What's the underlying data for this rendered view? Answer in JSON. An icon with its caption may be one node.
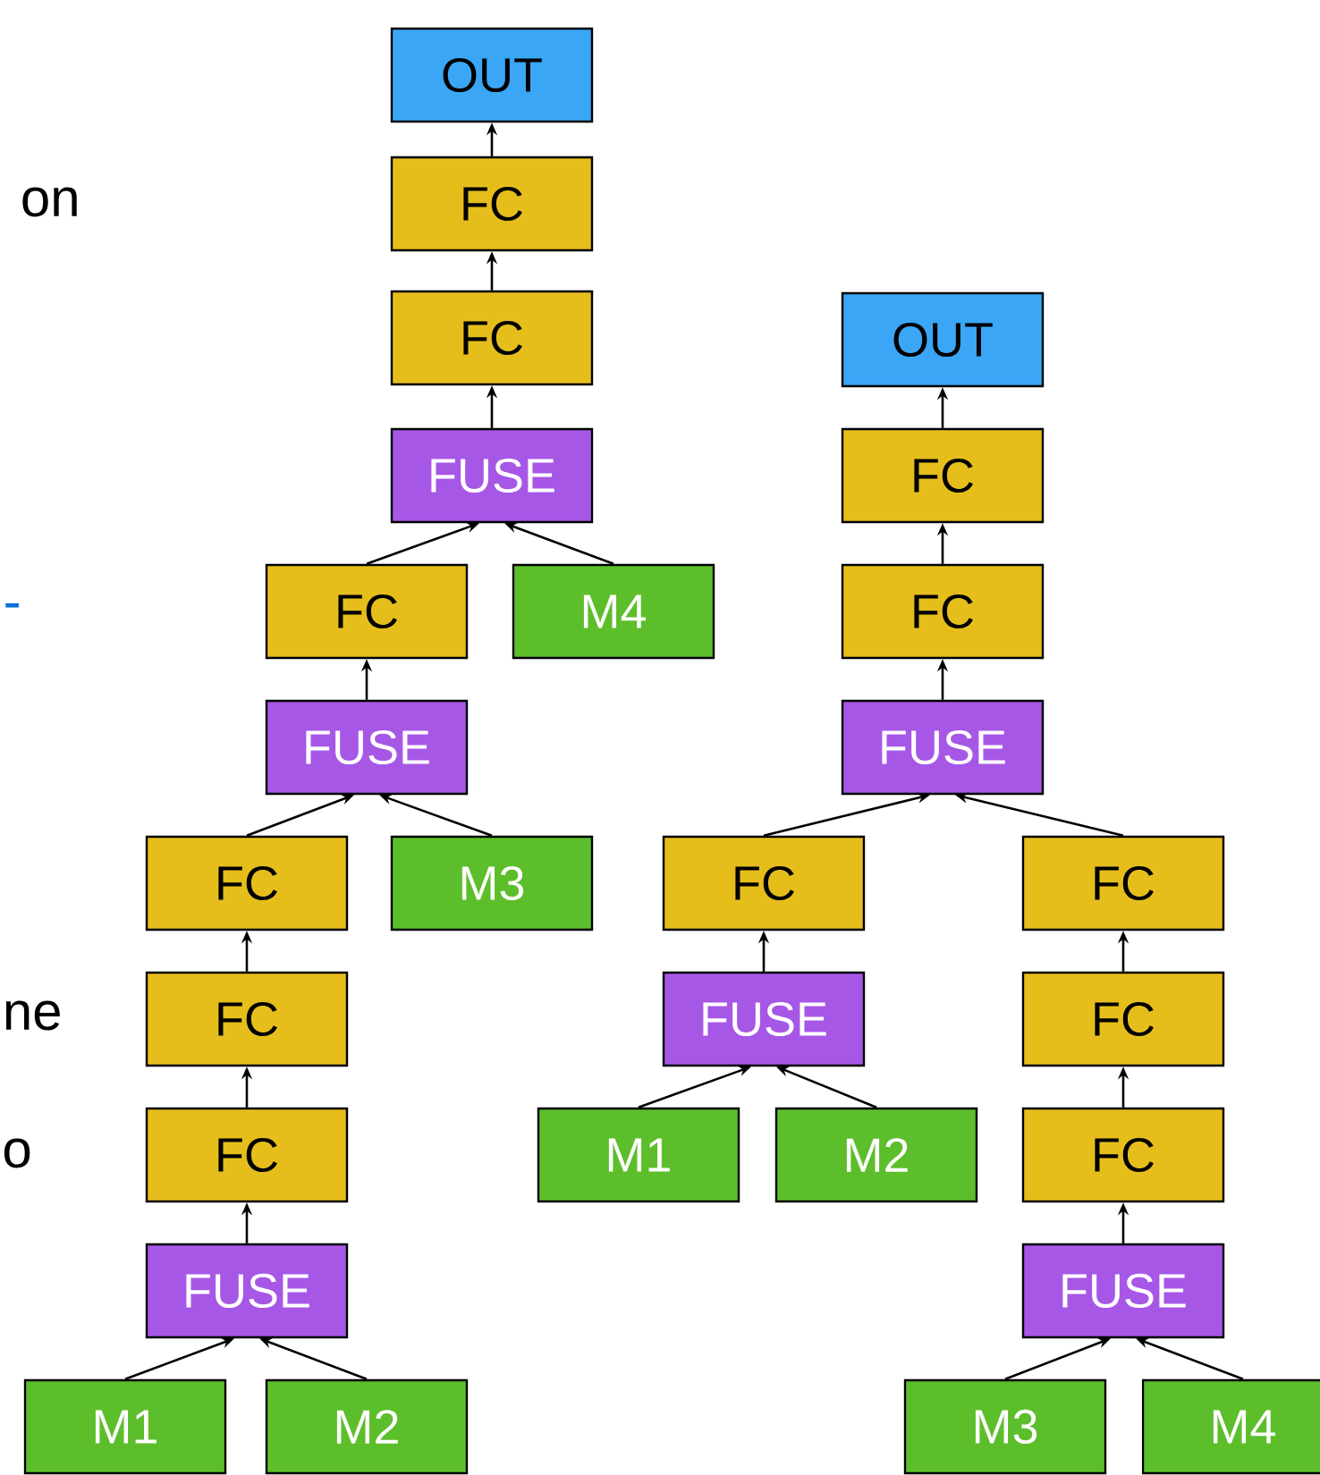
{
  "diagram": {
    "nodes": [
      {
        "text": [
          "OUT"
        ]
      },
      {
        "text": [
          "FC"
        ]
      },
      {
        "text": [
          "FC"
        ]
      },
      {
        "text": [
          "FUSE"
        ]
      },
      {
        "text": [
          "FC"
        ]
      },
      {
        "text": [
          "M4"
        ]
      },
      {
        "text": [
          "FUSE"
        ]
      },
      {
        "text": [
          "FC"
        ]
      },
      {
        "text": [
          "M3"
        ]
      },
      {
        "text": [
          "FC"
        ]
      },
      {
        "text": [
          "FC"
        ]
      },
      {
        "text": [
          "FUSE"
        ]
      },
      {
        "text": [
          "M1"
        ]
      },
      {
        "text": [
          "M2"
        ]
      },
      {
        "text": [
          "OUT"
        ]
      },
      {
        "text": [
          "FC"
        ]
      },
      {
        "text": [
          "FC"
        ]
      },
      {
        "text": [
          "FUSE"
        ]
      },
      {
        "text": [
          "FC"
        ]
      },
      {
        "text": [
          "FC"
        ]
      },
      {
        "text": [
          "FUSE"
        ]
      },
      {
        "text": [
          "M1"
        ]
      },
      {
        "text": [
          "M2"
        ]
      },
      {
        "text": [
          "FC"
        ]
      },
      {
        "text": [
          "FC"
        ]
      },
      {
        "text": [
          "FUSE"
        ]
      },
      {
        "text": [
          "M3"
        ]
      },
      {
        "text": [
          "M4"
        ]
      }
    ],
    "edges": [
      {
        "from": 1,
        "to": 0,
        "arrow": "to"
      },
      {
        "from": 2,
        "to": 1,
        "arrow": "to"
      },
      {
        "from": 3,
        "to": 2,
        "arrow": "to"
      },
      {
        "from": 4,
        "to": 3,
        "arrow": "to"
      },
      {
        "from": 5,
        "to": 3,
        "arrow": "to"
      },
      {
        "from": 6,
        "to": 4,
        "arrow": "to"
      },
      {
        "from": 7,
        "to": 6,
        "arrow": "to"
      },
      {
        "from": 8,
        "to": 6,
        "arrow": "to"
      },
      {
        "from": 9,
        "to": 7,
        "arrow": "to"
      },
      {
        "from": 10,
        "to": 9,
        "arrow": "to"
      },
      {
        "from": 11,
        "to": 10,
        "arrow": "to"
      },
      {
        "from": 12,
        "to": 11,
        "arrow": "to"
      },
      {
        "from": 13,
        "to": 11,
        "arrow": "to"
      },
      {
        "from": 15,
        "to": 14,
        "arrow": "to"
      },
      {
        "from": 16,
        "to": 15,
        "arrow": "to"
      },
      {
        "from": 17,
        "to": 16,
        "arrow": "to"
      },
      {
        "from": 18,
        "to": 17,
        "arrow": "to"
      },
      {
        "from": 19,
        "to": 17,
        "arrow": "to"
      },
      {
        "from": 20,
        "to": 18,
        "arrow": "to"
      },
      {
        "from": 21,
        "to": 20,
        "arrow": "to"
      },
      {
        "from": 22,
        "to": 20,
        "arrow": "to"
      },
      {
        "from": 23,
        "to": 19,
        "arrow": "to"
      },
      {
        "from": 24,
        "to": 23,
        "arrow": "to"
      },
      {
        "from": 25,
        "to": 24,
        "arrow": "to"
      },
      {
        "from": 26,
        "to": 25,
        "arrow": "to"
      },
      {
        "from": 27,
        "to": 25,
        "arrow": "to"
      }
    ],
    "labels": [
      "on",
      "-",
      "ne",
      "o"
    ]
  }
}
